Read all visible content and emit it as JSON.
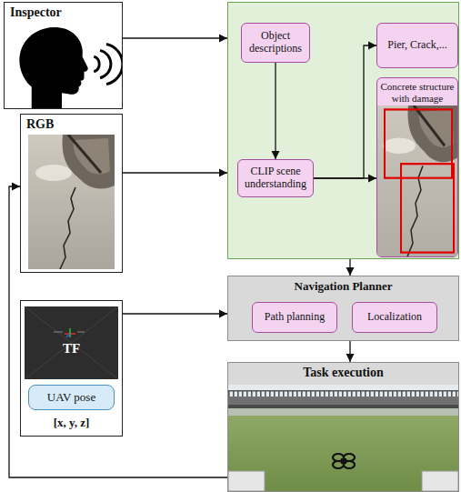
{
  "diagram": {
    "nodes": [
      {
        "text": [
          "Inspector"
        ]
      },
      {
        "text": [
          "RGB"
        ]
      },
      {
        "text": []
      },
      {
        "text": [
          "Object descriptions"
        ],
        "in": 2
      },
      {
        "text": [
          "CLIP scene understanding"
        ],
        "in": 2
      },
      {
        "text": [
          "Pier, Crack,..."
        ],
        "in": 2
      },
      {
        "text": [
          "Concrete structure with damage"
        ],
        "in": 2
      },
      {
        "text": [
          "TF",
          "[x, y, z]"
        ]
      },
      {
        "text": [
          "UAV pose"
        ],
        "in": 7
      },
      {
        "text": [
          "Navigation Planner"
        ]
      },
      {
        "text": [
          "Path planning"
        ],
        "in": 9
      },
      {
        "text": [
          "Localization"
        ],
        "in": 9
      },
      {
        "text": [
          "Task execution"
        ]
      }
    ],
    "edges": [
      {
        "from": 0,
        "to": 2,
        "arrow": "to"
      },
      {
        "from": 1,
        "to": 2,
        "arrow": "to"
      },
      {
        "from": 3,
        "to": 4,
        "arrow": "to"
      },
      {
        "from": 4,
        "to": 5,
        "arrow": "to"
      },
      {
        "from": 4,
        "to": 6,
        "arrow": "to"
      },
      {
        "from": 2,
        "to": 9,
        "arrow": "to"
      },
      {
        "from": 7,
        "to": 9,
        "arrow": "to"
      },
      {
        "from": 9,
        "to": 12,
        "arrow": "to"
      },
      {
        "from": 12,
        "to": 1,
        "arrow": "to"
      }
    ]
  }
}
